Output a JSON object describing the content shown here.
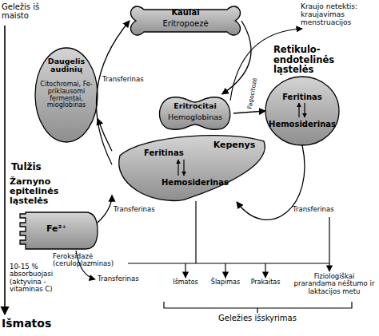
{
  "diagram": {
    "nodes": [
      {
        "text": [
          "Kaulai",
          "Eritropoezė"
        ]
      },
      {
        "text": [
          "Daugelis audinių",
          "Citochromai, Fe-priklausomi fermentai, mioglobinas"
        ]
      },
      {
        "text": [
          "Eritrocitai",
          "Hemoglobinas"
        ]
      },
      {
        "text": [
          "Retikulo-endotelinės ląstelės",
          "Feritinas",
          "Hemosiderinas"
        ]
      },
      {
        "text": [
          "Kepenys",
          "Feritinas",
          "Hemosiderinas"
        ]
      },
      {
        "text": [
          "Žarnyno epitelinės ląstelės",
          "Fe²⁺"
        ]
      }
    ],
    "edges": [
      {
        "from": 5,
        "to": 4,
        "label": "Transferinas",
        "arrow": "to"
      },
      {
        "from": 4,
        "to": 0,
        "label": "Transferinas",
        "arrow": "to"
      },
      {
        "from": 0,
        "to": 2,
        "arrow": "to"
      },
      {
        "from": 2,
        "to": 3,
        "label": "Fagocitozė",
        "arrow": "to"
      },
      {
        "from": 3,
        "to": 4,
        "label": "Transferinas",
        "arrow": "to"
      },
      {
        "from": 4,
        "to": 1,
        "arrow": "to"
      }
    ],
    "labels": [
      "Geležis iš maisto",
      "Kraujo netektis: kraujavimas menstruacijos",
      "Tulžis",
      "10-15 % absorbuojasi (aktyvina - vitaminas C)",
      "Feroksidazė (ceruloplazminas)",
      "Transferinas",
      "Išmatos",
      "Išmatos",
      "Šlapimas",
      "Prakaitas",
      "Fiziologiškai prarandama nėštumo ir laktacijos metu",
      "Geležies išskyrimas"
    ]
  }
}
